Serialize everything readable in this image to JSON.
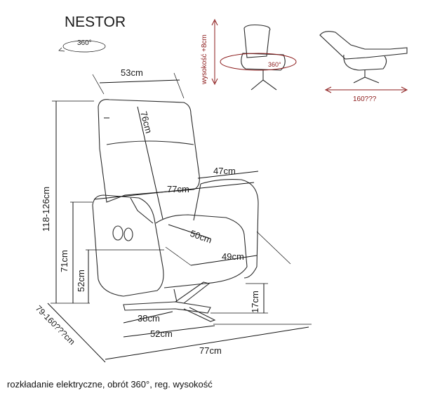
{
  "title": "NESTOR",
  "rotate_label": "360°",
  "thumbnails": {
    "height_label": "wysokość +8cm",
    "swivel_label": "360°",
    "recline_label": "160???"
  },
  "dimensions": {
    "seat_back_width": "53cm",
    "back_height": "76cm",
    "arm_depth": "47cm",
    "total_width": "77cm",
    "seat_depth": "50cm",
    "seat_width": "49cm",
    "total_height": "118-126cm",
    "arm_height": "71cm",
    "seat_height": "52cm",
    "base_height": "17cm",
    "base_depth": "38cm",
    "base_width": "52cm",
    "total_depth": "77cm",
    "reclined_length": "79-160???cm"
  },
  "caption": "rozkładanie elektryczne, obrót 360°, reg. wysokość"
}
